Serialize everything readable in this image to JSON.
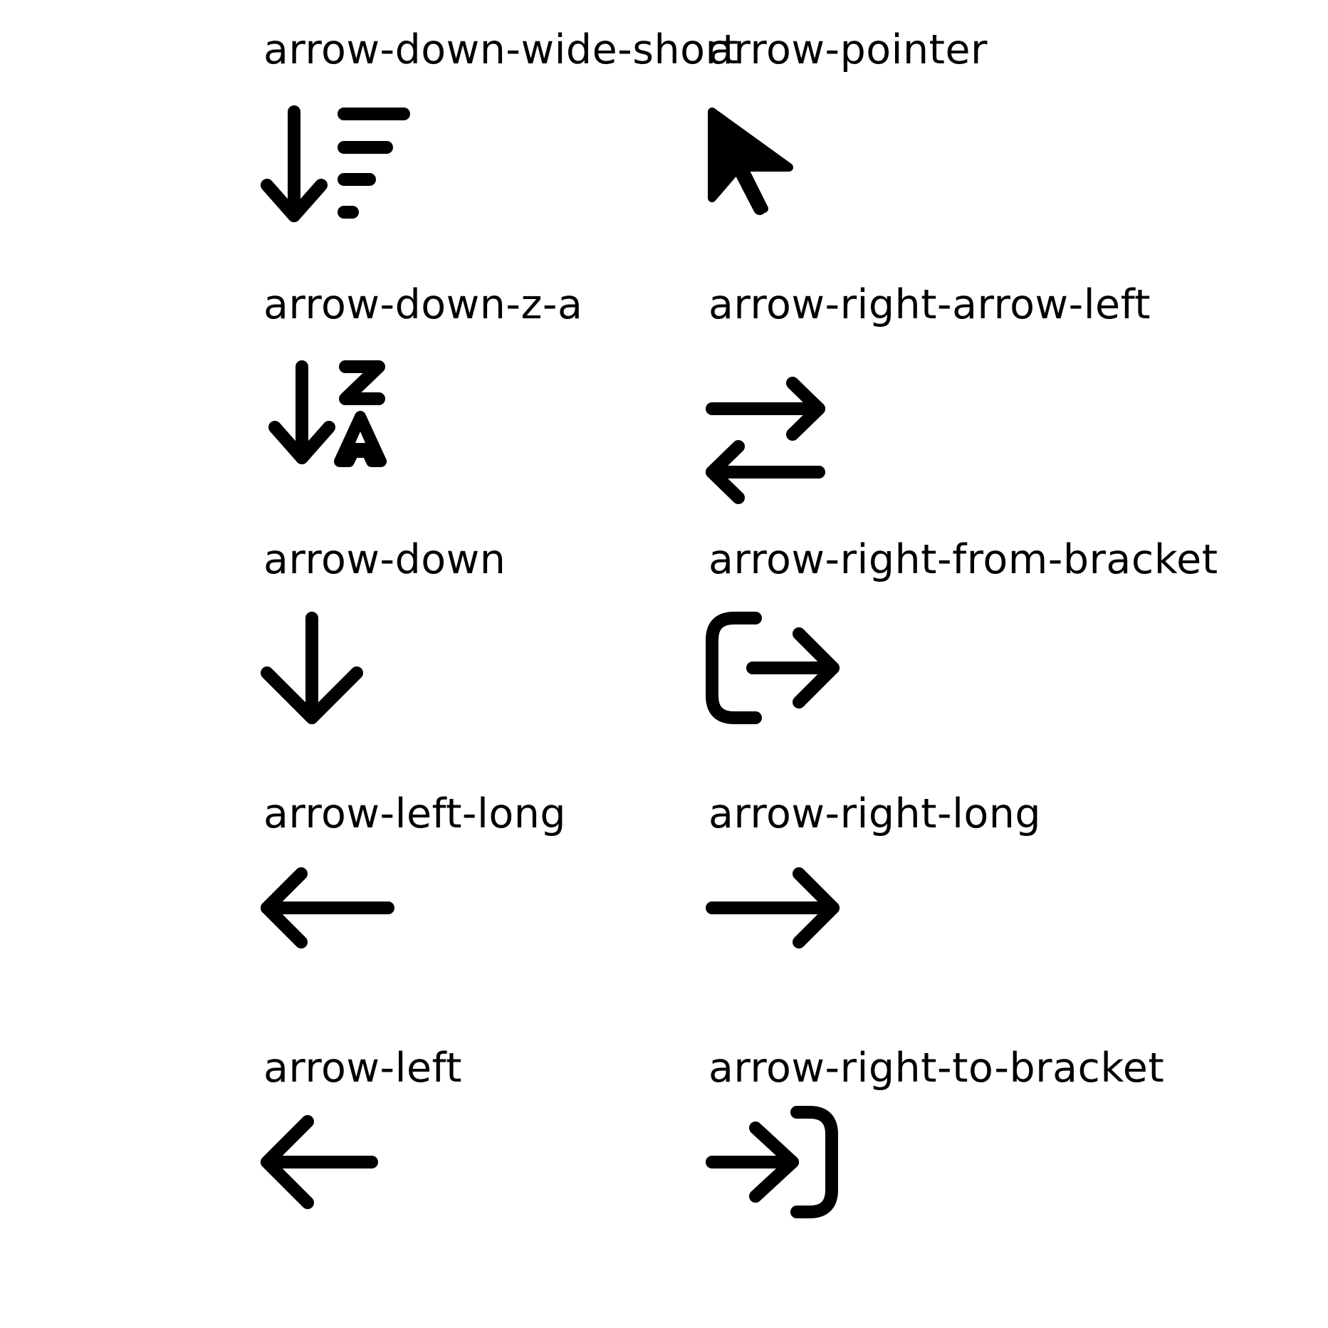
{
  "icons": [
    {
      "label": "arrow-down-wide-short",
      "icon": "arrow-down-wide-short-icon"
    },
    {
      "label": "arrow-pointer",
      "icon": "arrow-pointer-icon"
    },
    {
      "label": "arrow-down-z-a",
      "icon": "arrow-down-z-a-icon"
    },
    {
      "label": "arrow-right-arrow-left",
      "icon": "arrow-right-arrow-left-icon"
    },
    {
      "label": "arrow-down",
      "icon": "arrow-down-icon"
    },
    {
      "label": "arrow-right-from-bracket",
      "icon": "arrow-right-from-bracket-icon"
    },
    {
      "label": "arrow-left-long",
      "icon": "arrow-left-long-icon"
    },
    {
      "label": "arrow-right-long",
      "icon": "arrow-right-long-icon"
    },
    {
      "label": "arrow-left",
      "icon": "arrow-left-icon"
    },
    {
      "label": "arrow-right-to-bracket",
      "icon": "arrow-right-to-bracket-icon"
    }
  ],
  "colors": {
    "background": "#ffffff",
    "foreground": "#000000"
  }
}
